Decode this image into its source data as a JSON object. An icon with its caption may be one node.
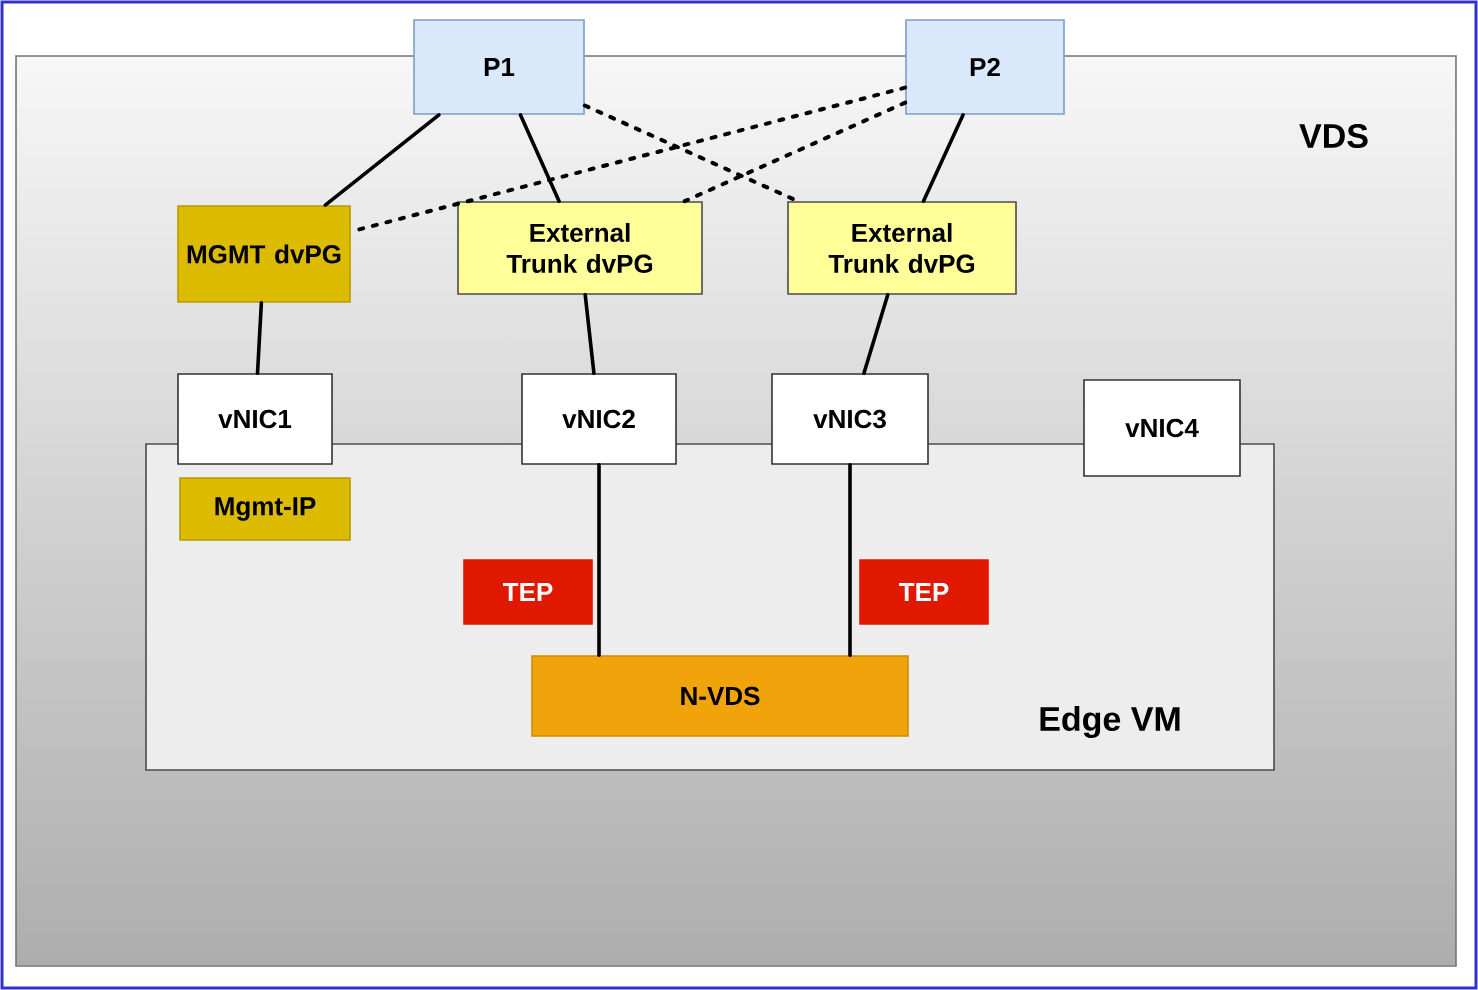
{
  "diagram": {
    "nodes": [
      {
        "text": [
          "VDS"
        ]
      },
      {
        "text": [
          "P1"
        ]
      },
      {
        "text": [
          "P2"
        ]
      },
      {
        "text": [
          "MGMT dvPG"
        ],
        "in": 0
      },
      {
        "text": [
          "External Trunk dvPG"
        ],
        "in": 0
      },
      {
        "text": [
          "External Trunk dvPG"
        ],
        "in": 0
      },
      {
        "text": [
          "vNIC1"
        ],
        "in": 0
      },
      {
        "text": [
          "vNIC2"
        ],
        "in": 0
      },
      {
        "text": [
          "vNIC3"
        ],
        "in": 0
      },
      {
        "text": [
          "vNIC4"
        ],
        "in": 0
      },
      {
        "text": [
          "Edge VM"
        ],
        "in": 0
      },
      {
        "text": [
          "Mgmt-IP"
        ],
        "in": 10
      },
      {
        "text": [
          "TEP"
        ],
        "in": 10
      },
      {
        "text": [
          "TEP"
        ],
        "in": 10
      },
      {
        "text": [
          "N-VDS"
        ],
        "in": 10
      }
    ],
    "edges": [
      {
        "from": 1,
        "to": 3,
        "arrow": "none"
      },
      {
        "from": 1,
        "to": 4,
        "arrow": "none"
      },
      {
        "from": 1,
        "to": 5,
        "arrow": "none",
        "style": "dashed"
      },
      {
        "from": 2,
        "to": 3,
        "arrow": "none",
        "style": "dashed"
      },
      {
        "from": 2,
        "to": 4,
        "arrow": "none",
        "style": "dashed"
      },
      {
        "from": 2,
        "to": 5,
        "arrow": "none"
      },
      {
        "from": 3,
        "to": 6,
        "arrow": "none"
      },
      {
        "from": 4,
        "to": 7,
        "arrow": "none"
      },
      {
        "from": 5,
        "to": 8,
        "arrow": "none"
      },
      {
        "from": 7,
        "to": 14,
        "arrow": "none"
      },
      {
        "from": 8,
        "to": 14,
        "arrow": "none"
      }
    ]
  }
}
